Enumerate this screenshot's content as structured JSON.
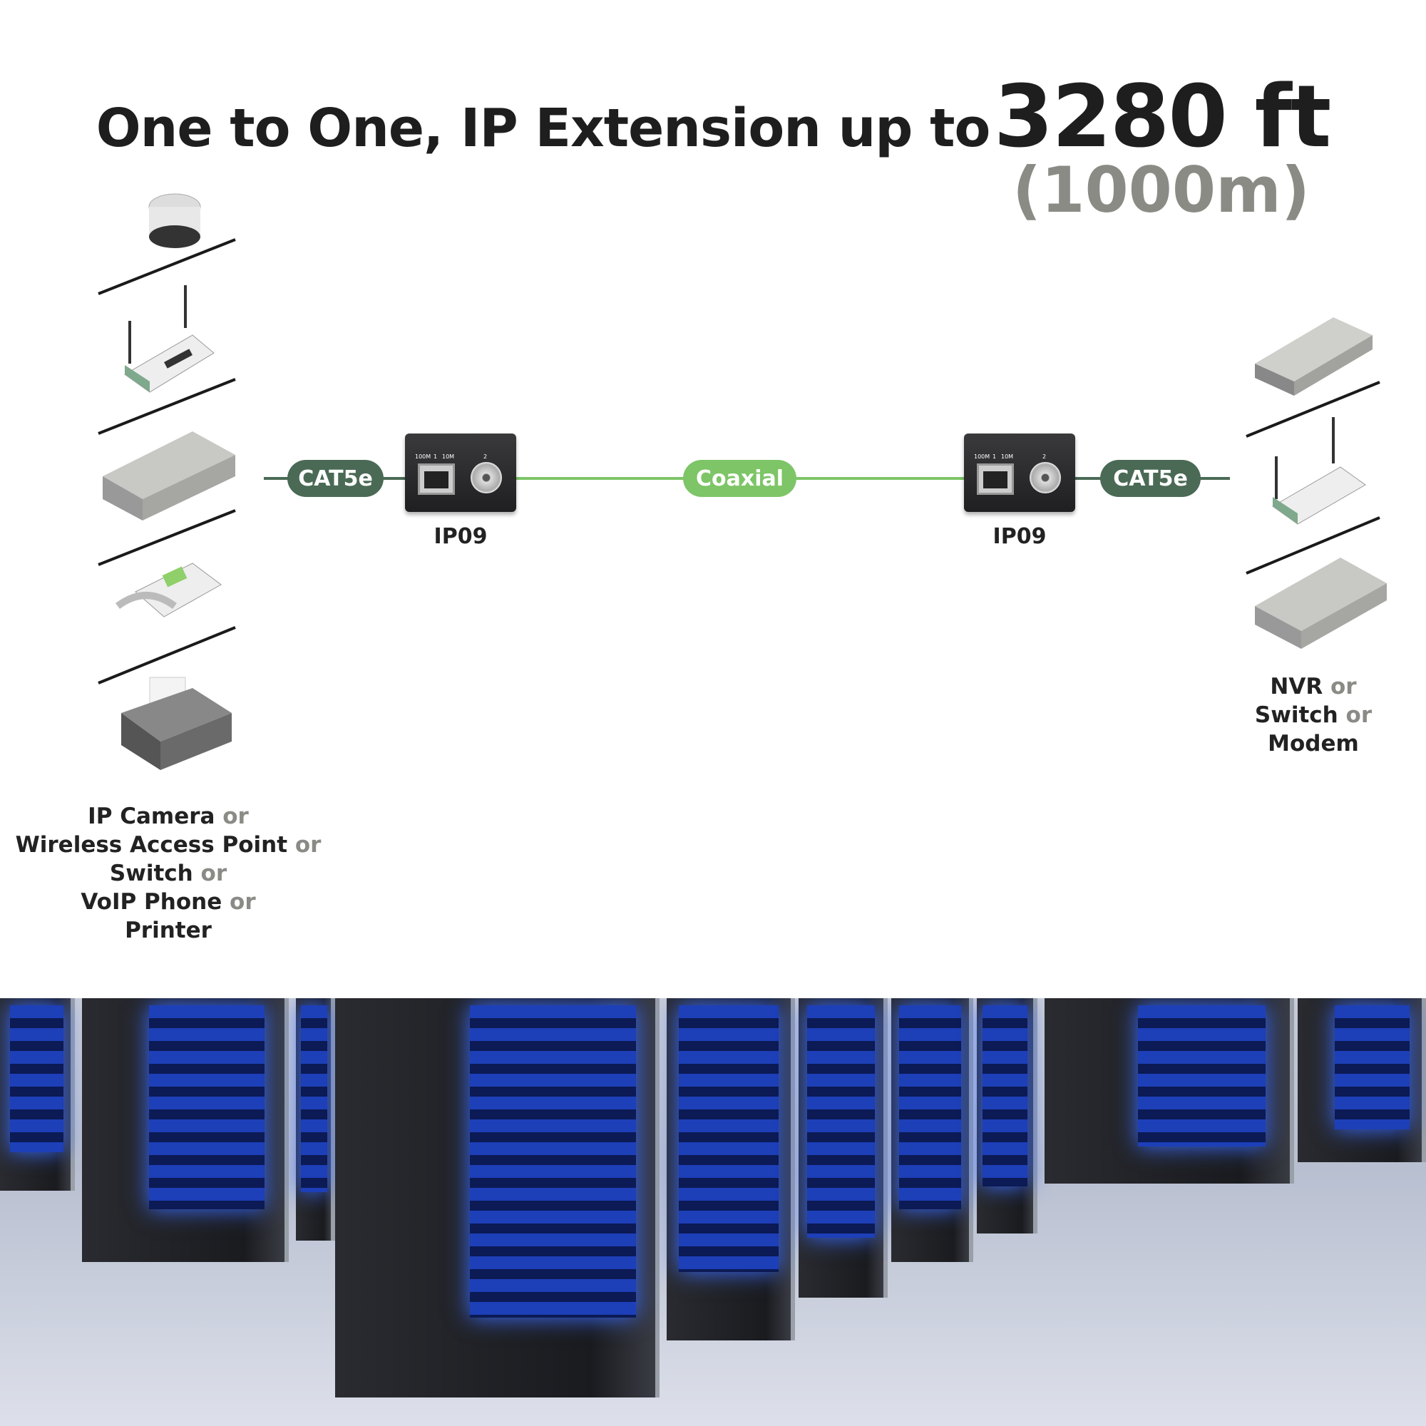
{
  "title": {
    "main": "One to One, IP Extension up to",
    "distance": "3280 ft",
    "metric": "(1000m)"
  },
  "cables": {
    "left": "CAT5e",
    "middle": "Coaxial",
    "right": "CAT5e"
  },
  "devices": {
    "left": {
      "name": "IP09",
      "port1": "100M",
      "port1_num": "1",
      "port1_b": "10M",
      "port2_num": "2"
    },
    "right": {
      "name": "IP09",
      "port1": "100M",
      "port1_num": "1",
      "port1_b": "10M",
      "port2_num": "2"
    }
  },
  "left_caption": [
    {
      "name": "IP Camera",
      "or": "or"
    },
    {
      "name": "Wireless Access Point",
      "or": "or"
    },
    {
      "name": "Switch",
      "or": "or"
    },
    {
      "name": "VoIP Phone",
      "or": "or"
    },
    {
      "name": "Printer",
      "or": ""
    }
  ],
  "right_caption": [
    {
      "name": "NVR",
      "or": "or"
    },
    {
      "name": "Switch",
      "or": "or"
    },
    {
      "name": "Modem",
      "or": ""
    }
  ],
  "colors": {
    "dark_green": "#4a6a55",
    "light_green": "#7dc566"
  }
}
